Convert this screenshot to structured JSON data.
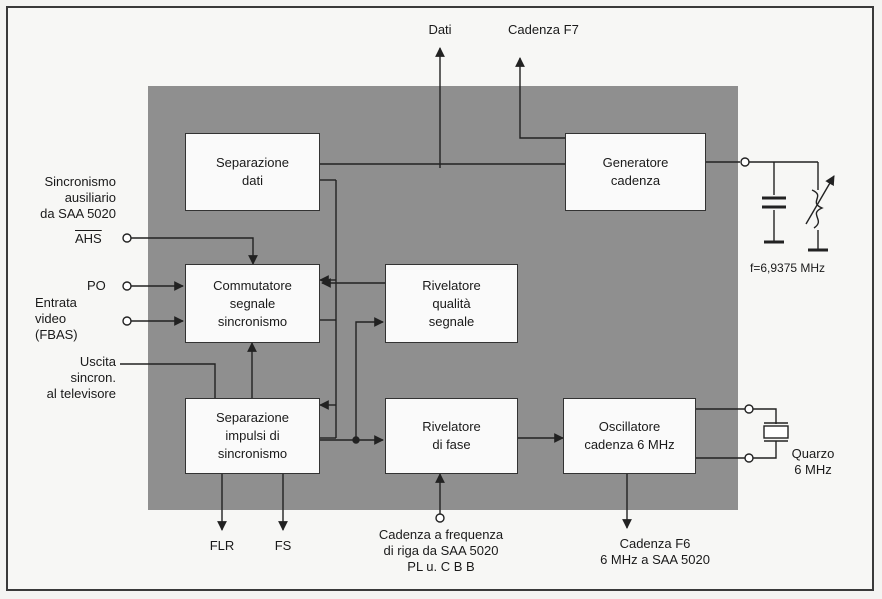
{
  "blocks": {
    "separazione_dati": "Separazione\ndati",
    "generatore_cadenza": "Generatore\ncadenza",
    "commutatore": "Commutatore\nsegnale\nsincronismo",
    "rivelatore_qualita": "Rivelatore\nqualità\nsegnale",
    "separazione_impulsi": "Separazione\nimpulsi di\nsincronismo",
    "rivelatore_fase": "Rivelatore\ndi fase",
    "oscillatore": "Oscillatore\ncadenza 6 MHz"
  },
  "labels": {
    "dati": "Dati",
    "cadenza_f7": "Cadenza F7",
    "sincronismo": "Sincronismo\nausiliario\nda SAA 5020",
    "ahs": "AHS",
    "po": "PO",
    "entrata": "Entrata\nvideo\n(FBAS)",
    "uscita": "Uscita\nsincron.\nal televisore",
    "freq": "f=6,9375 MHz",
    "quarzo": "Quarzo\n6 MHz",
    "flr": "FLR",
    "fs": "FS",
    "cadenza_riga": "Cadenza a frequenza\ndi riga da SAA 5020\nPL u. C B B",
    "cadenza_f6": "Cadenza  F6\n6 MHz a SAA 5020"
  }
}
